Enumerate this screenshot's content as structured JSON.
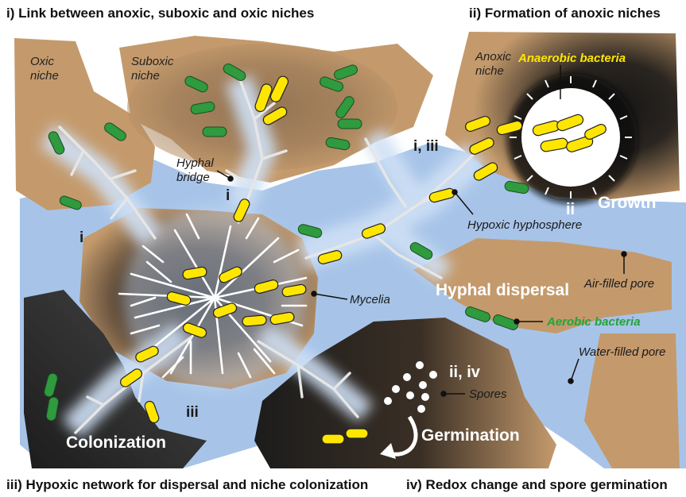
{
  "headings": {
    "top_left": "i) Link between anoxic, suboxic and oxic niches",
    "top_right": "ii) Formation of anoxic niches",
    "bottom_left": "iii) Hypoxic network for dispersal and niche colonization",
    "bottom_right": "iv) Redox change and spore germination"
  },
  "niches": {
    "oxic_line1": "Oxic",
    "oxic_line2": "niche",
    "suboxic_line1": "Suboxic",
    "suboxic_line2": "niche",
    "anoxic_line1": "Anoxic",
    "anoxic_line2": "niche"
  },
  "callouts": {
    "hyphal_bridge_line1": "Hyphal",
    "hyphal_bridge_line2": "bridge",
    "hypoxic_hyphosphere": "Hypoxic hyphosphere",
    "air_filled_pore": "Air-filled pore",
    "mycelia": "Mycelia",
    "water_filled_pore": "Water-filled pore",
    "spores": "Spores",
    "anaerobic_bacteria": "Anaerobic bacteria",
    "aerobic_bacteria": "Aerobic bacteria"
  },
  "processes": {
    "growth": "Growth",
    "hyphal_dispersal": "Hyphal dispersal",
    "colonization": "Colonization",
    "germination": "Germination"
  },
  "numerals": {
    "i_left": "i",
    "i_bridge": "i",
    "i_iii": "i, iii",
    "ii": "ii",
    "ii_iv": "ii, iv",
    "iii": "iii"
  },
  "colors": {
    "soil": "#c49a6c",
    "water": "#a7c4e8",
    "anaerobic": "#ffe600",
    "aerobic": "#2f9a3e",
    "dark": "#1e1e1e"
  }
}
